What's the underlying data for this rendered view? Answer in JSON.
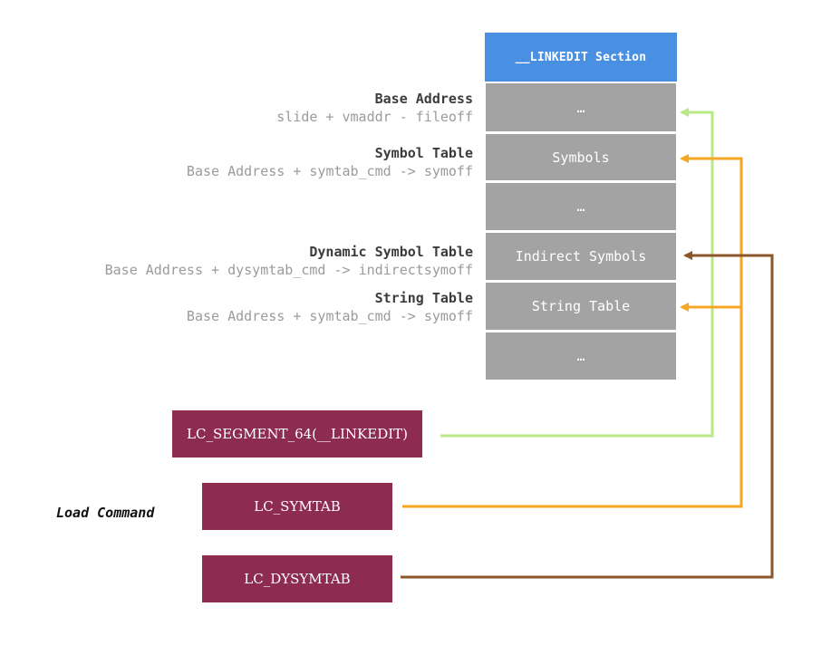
{
  "section": {
    "title": "__LINKEDIT Section"
  },
  "segments": [
    {
      "label": "…"
    },
    {
      "label": "Symbols"
    },
    {
      "label": "…"
    },
    {
      "label": "Indirect Symbols"
    },
    {
      "label": "String Table"
    },
    {
      "label": "…"
    }
  ],
  "annotations": [
    {
      "title": "Base Address",
      "formula": "slide + vmaddr - fileoff"
    },
    {
      "title": "Symbol Table",
      "formula": "Base Address + symtab_cmd -> symoff"
    },
    {
      "title": "Dynamic Symbol Table",
      "formula": "Base Address + dysymtab_cmd -> indirectsymoff"
    },
    {
      "title": "String Table",
      "formula": "Base Address + symtab_cmd -> symoff"
    }
  ],
  "load_commands": {
    "title": "Load Command",
    "items": [
      {
        "label": "LC_SEGMENT_64(__LINKEDIT)"
      },
      {
        "label": "LC_SYMTAB"
      },
      {
        "label": "LC_DYSYMTAB"
      }
    ]
  },
  "colors": {
    "header": "#4a90e2",
    "segment": "#a3a3a3",
    "command": "#8e2b51",
    "linkedit_arrow": "#b8e986",
    "symtab_arrow": "#f5a623",
    "dysymtab_arrow": "#8b572a"
  }
}
